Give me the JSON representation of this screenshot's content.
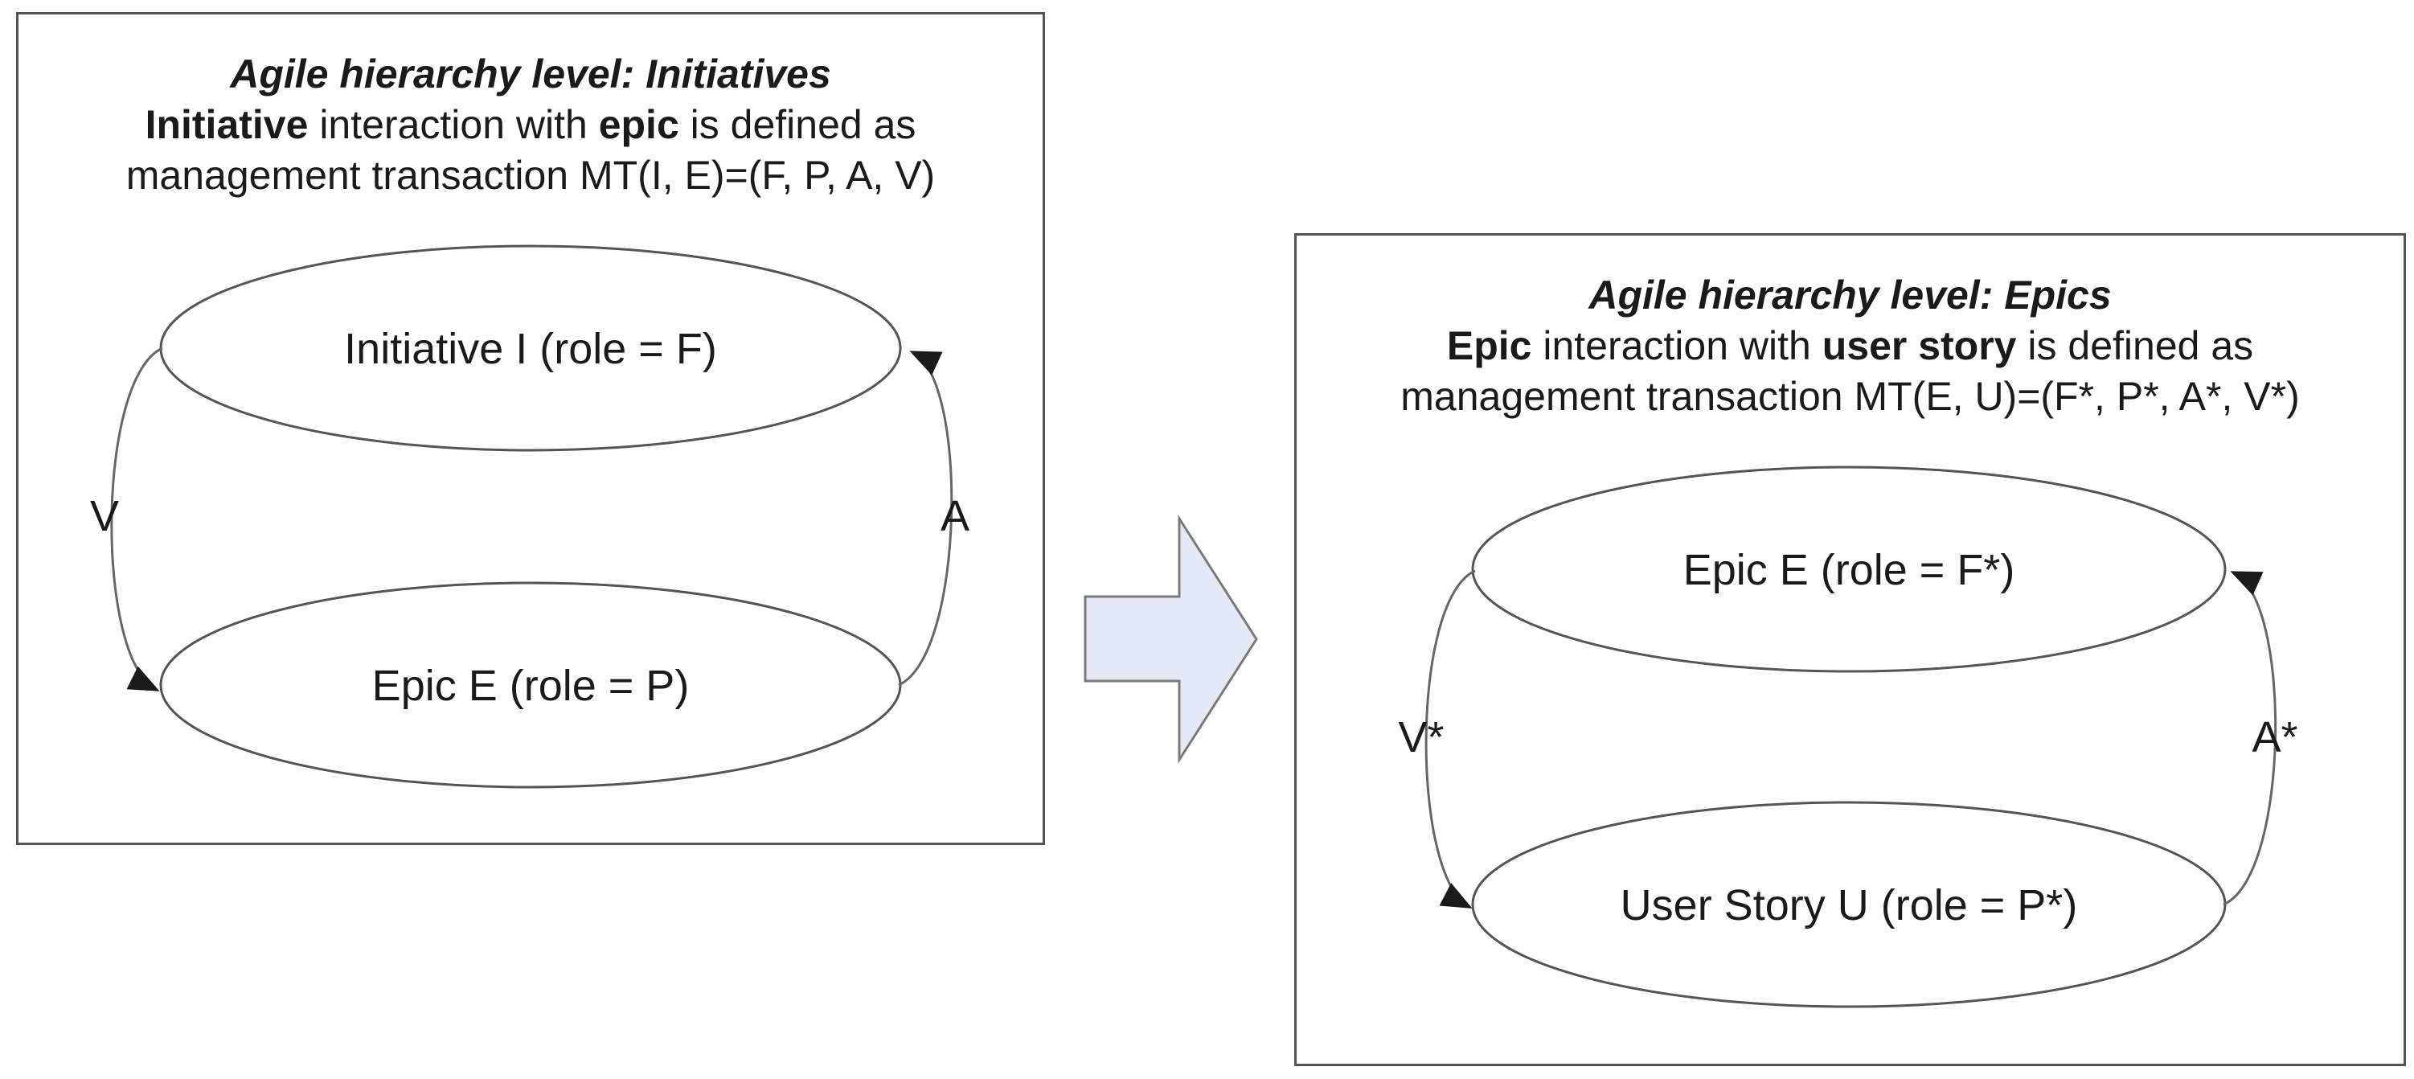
{
  "left_panel": {
    "title": "Agile hierarchy level: Initiatives",
    "line1_bold": "Initiative",
    "line1_mid": " interaction with ",
    "line1_bold2": "epic",
    "line1_end": " is defined as",
    "line2": "management transaction MT(I, E)=(F, P, A, V)",
    "top_node": "Initiative I (role = F)",
    "bottom_node": "Epic E (role = P)",
    "left_arrow_label": "V",
    "right_arrow_label": "A"
  },
  "right_panel": {
    "title": "Agile hierarchy level: Epics",
    "line1_bold": "Epic",
    "line1_mid": " interaction with ",
    "line1_bold2": "user story",
    "line1_end": " is defined as",
    "line2": "management transaction MT(E, U)=(F*, P*, A*, V*)",
    "top_node": "Epic E (role = F*)",
    "bottom_node": "User Story U (role = P*)",
    "left_arrow_label": "V*",
    "right_arrow_label": "A*"
  },
  "colors": {
    "border": "#555555",
    "arrow_fill": "#e3e9f5",
    "arrow_stroke": "#7a7a7a",
    "line": "#666666"
  }
}
